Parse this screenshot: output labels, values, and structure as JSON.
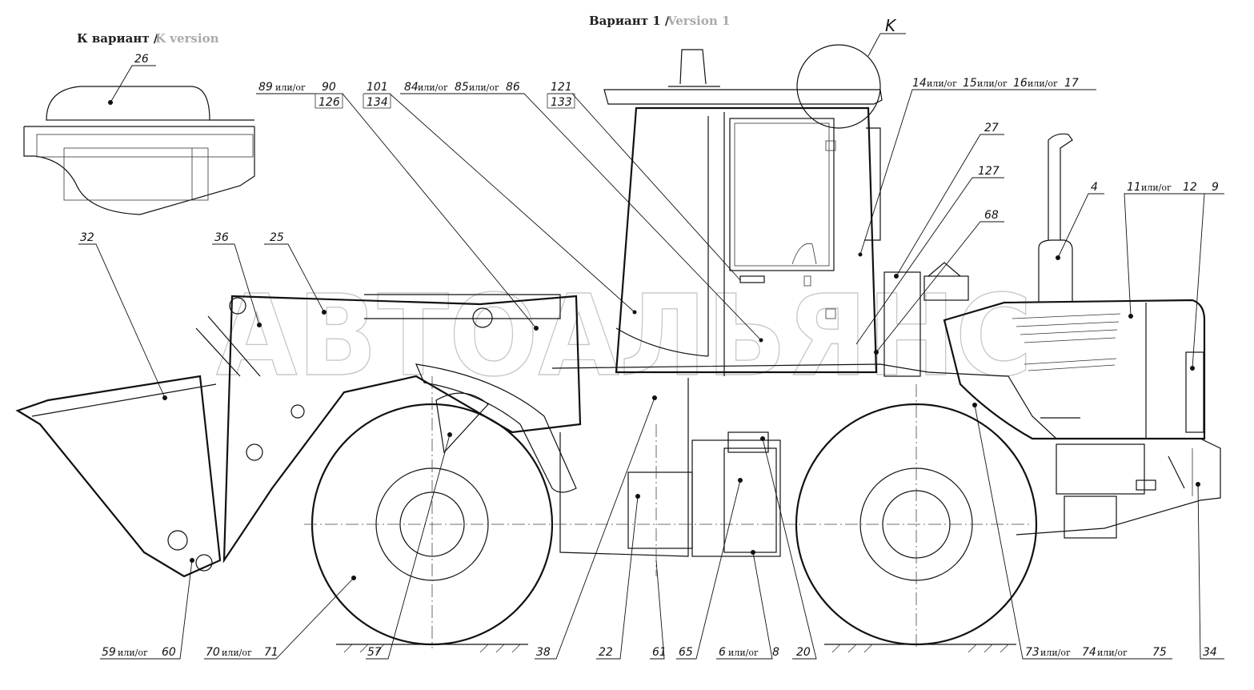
{
  "header": {
    "main_variant_ru": "Вариант 1 /",
    "main_variant_en": "Version 1",
    "k_variant_ru": "К вариант /",
    "k_variant_en": "K version",
    "k_marker": "K"
  },
  "watermark": "АВТОАЛЬЯНС",
  "labels": {
    "l26": "26",
    "l32": "32",
    "l36": "36",
    "l25": "25",
    "l89_a": "89",
    "l89_ili": "или/or",
    "l89_b": "90",
    "l126": "126",
    "l101": "101",
    "l134": "134",
    "l84_a": "84",
    "l84_ili1": "или/or",
    "l84_b": "85",
    "l84_ili2": "или/or",
    "l84_c": "86",
    "l121": "121",
    "l133": "133",
    "l14_a": "14",
    "l14_ili1": "или/or",
    "l14_b": "15",
    "l14_ili2": "или/or",
    "l14_c": "16",
    "l14_ili3": "или/or",
    "l14_d": "17",
    "l27": "27",
    "l127": "127",
    "l68": "68",
    "l4": "4",
    "l11_a": "11",
    "l11_ili": "или/or",
    "l11_b": "12",
    "l9": "9",
    "l59_a": "59",
    "l59_ili": "или/or",
    "l59_b": "60",
    "l70_a": "70",
    "l70_ili": "или/or",
    "l70_b": "71",
    "l57": "57",
    "l38": "38",
    "l22": "22",
    "l61": "61",
    "l65": "65",
    "l6_a": "6",
    "l6_ili": "или/or",
    "l6_b": "8",
    "l20": "20",
    "l73_a": "73",
    "l73_ili1": "или/or",
    "l73_b": "74",
    "l73_ili2": "или/or",
    "l73_c": "75",
    "l34": "34"
  }
}
